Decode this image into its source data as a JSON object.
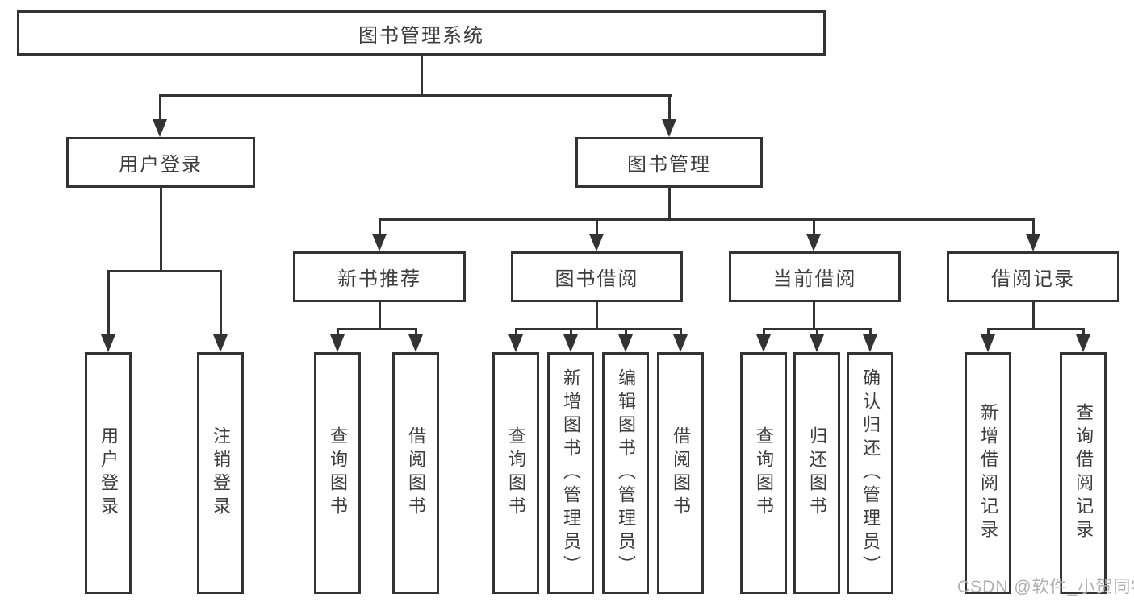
{
  "tree": {
    "root": {
      "label": "图书管理系统"
    },
    "branches": [
      {
        "label": "用户登录",
        "children": [
          {
            "label": "用户登录"
          },
          {
            "label": "注销登录"
          }
        ]
      },
      {
        "label": "图书管理",
        "children": [
          {
            "label": "新书推荐",
            "children": [
              {
                "label": "查询图书"
              },
              {
                "label": "借阅图书"
              }
            ]
          },
          {
            "label": "图书借阅",
            "children": [
              {
                "label": "查询图书"
              },
              {
                "label": "新增图书（管理员）"
              },
              {
                "label": "编辑图书（管理员）"
              },
              {
                "label": "借阅图书"
              }
            ]
          },
          {
            "label": "当前借阅",
            "children": [
              {
                "label": "查询图书"
              },
              {
                "label": "归还图书"
              },
              {
                "label": "确认归还（管理员）"
              }
            ]
          },
          {
            "label": "借阅记录",
            "children": [
              {
                "label": "新增借阅记录"
              },
              {
                "label": "查询借阅记录"
              }
            ]
          }
        ]
      }
    ]
  },
  "watermark": "CSDN @软件_小贺同学",
  "colors": {
    "line": "#333333",
    "box_border": "#333333",
    "box_background": "#ffffff",
    "text": "#3d3d3d",
    "watermark": "#b0b0b0",
    "page_background": "#ffffff"
  }
}
